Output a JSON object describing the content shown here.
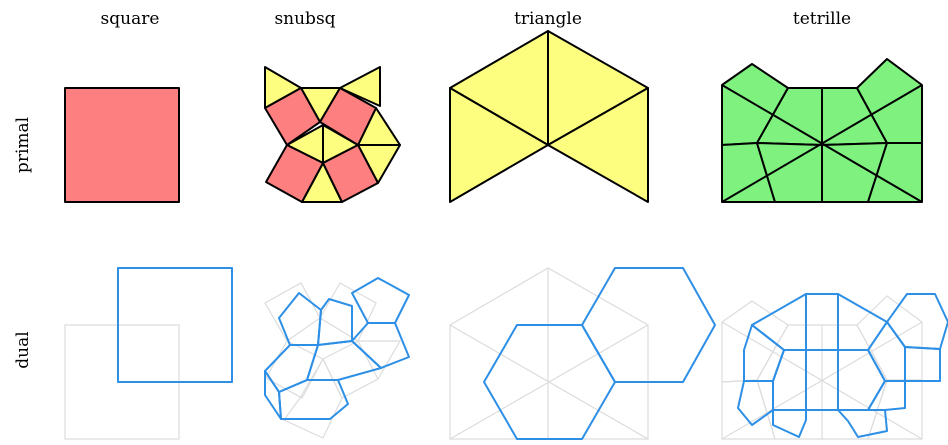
{
  "columns": [
    "square",
    "snubsq",
    "triangle",
    "tetrille"
  ],
  "rows": [
    "primal",
    "dual"
  ],
  "colors": {
    "square": "#fe7f7f",
    "triangle": "#fdfd80",
    "tetrille": "#7ff17f",
    "dual_line": "#2d8fe6",
    "ghost_line": "#dcdcdc",
    "outline": "#000000"
  }
}
